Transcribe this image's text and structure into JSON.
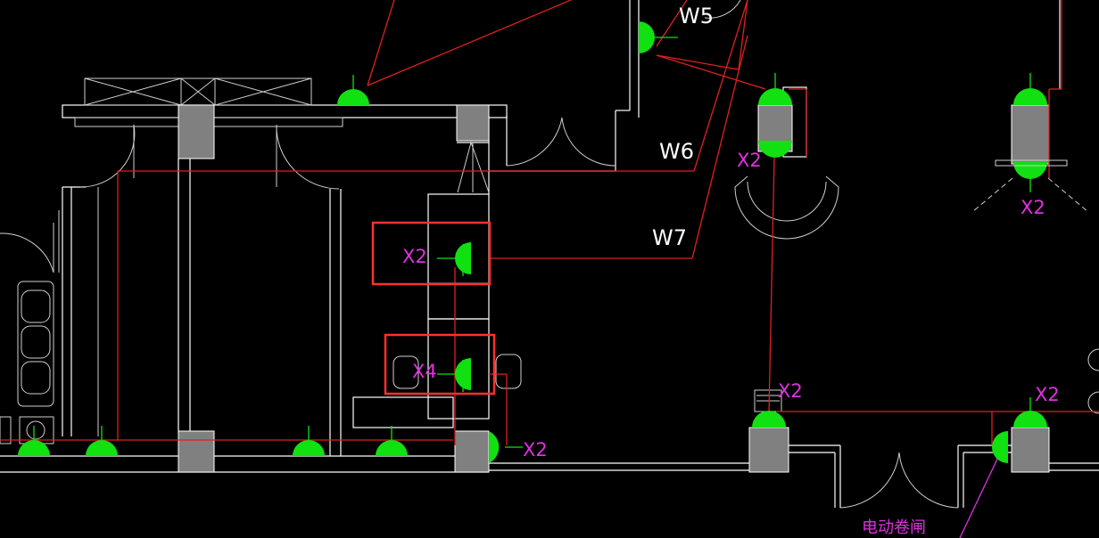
{
  "colors": {
    "background": "#000000",
    "wall": "#ffffff",
    "wire": "#e02020",
    "column": "#808080",
    "fixture": "#11e011",
    "tag": "#e030e0",
    "highlight": "#ff3030"
  },
  "circuit_labels": {
    "w5": "W5",
    "w6": "W6",
    "w7": "W7"
  },
  "fixture_tags": {
    "t1": "X2",
    "t2": "X2",
    "t3": "X2",
    "t4": "X4",
    "t5": "X2",
    "t6": "X2",
    "t7": "X2"
  },
  "room_label": "电动卷闸"
}
